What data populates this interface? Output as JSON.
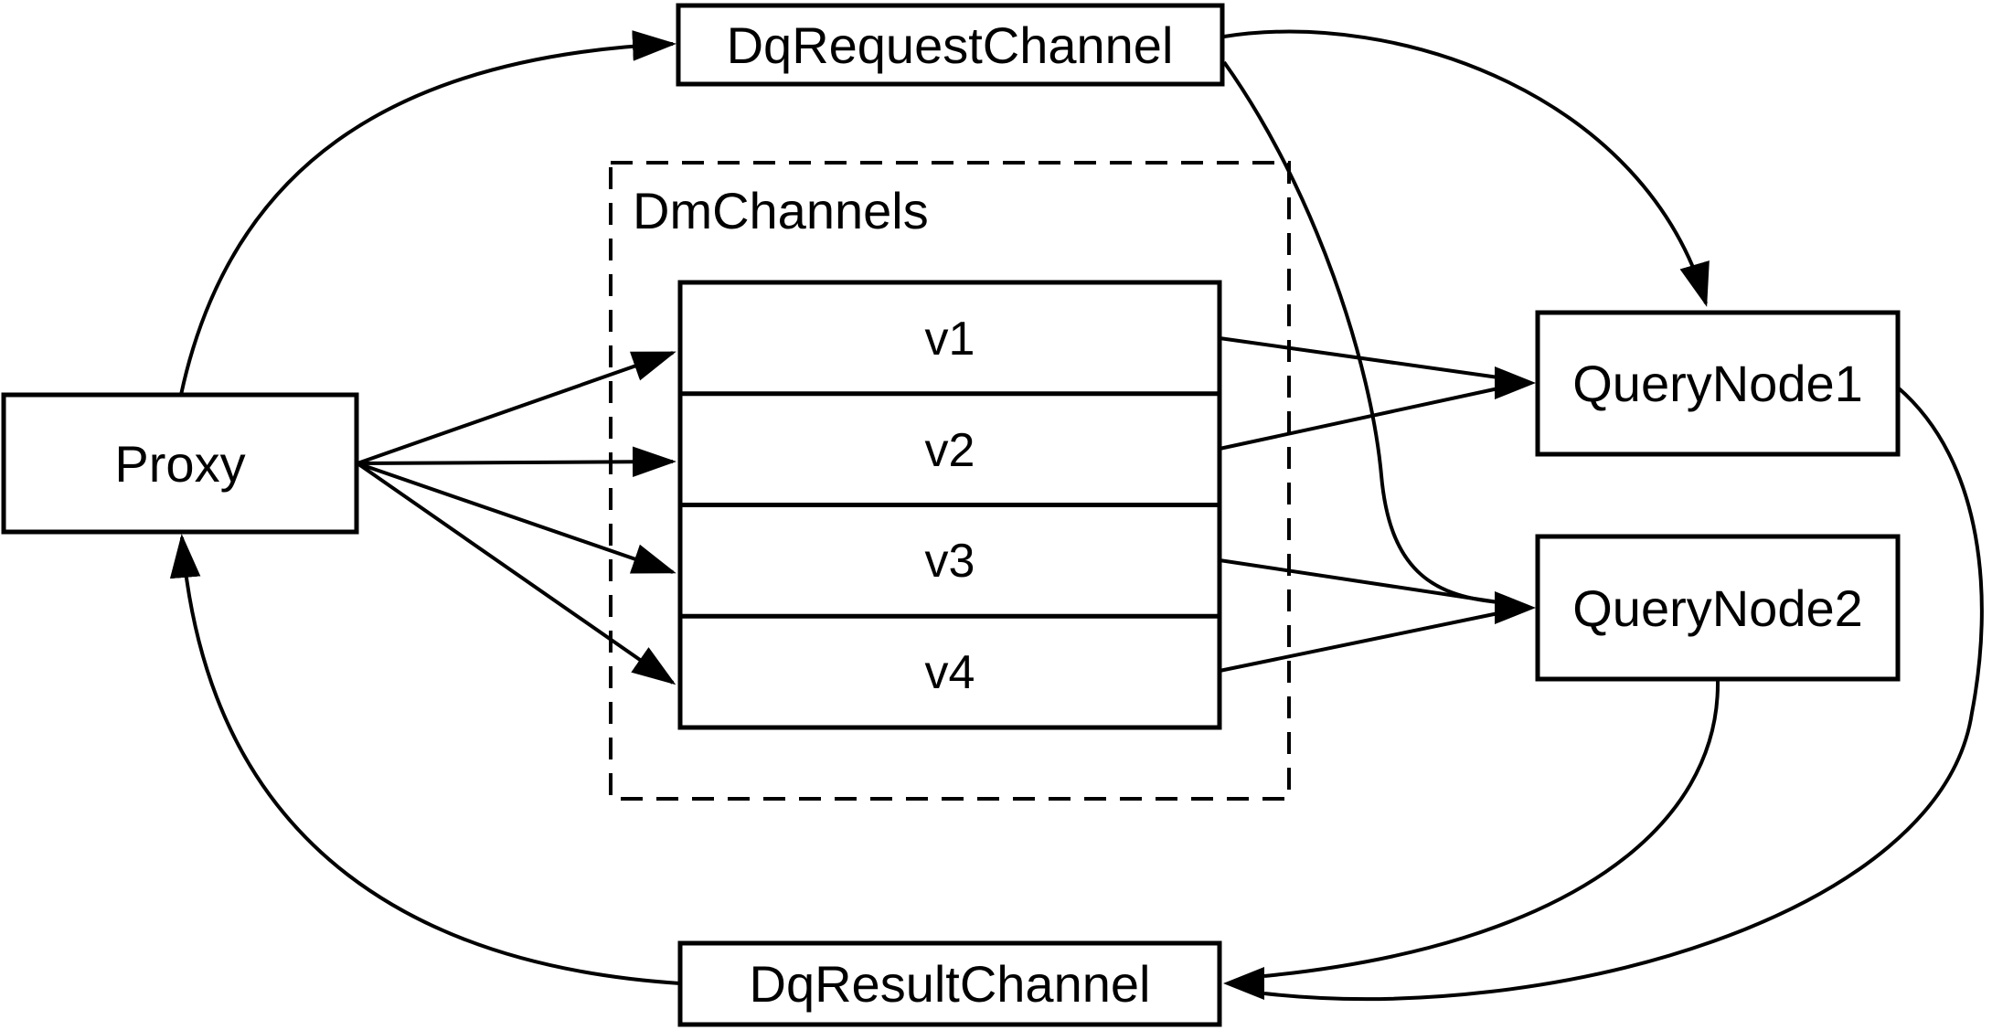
{
  "diagram": {
    "background_color": "#ffffff",
    "stroke_color": "#000000",
    "nodes": {
      "proxy": {
        "label": "Proxy"
      },
      "dq_request_channel": {
        "label": "DqRequestChannel"
      },
      "dq_result_channel": {
        "label": "DqResultChannel"
      },
      "dm_channels_group": {
        "label": "DmChannels"
      },
      "channels": [
        {
          "label": "v1"
        },
        {
          "label": "v2"
        },
        {
          "label": "v3"
        },
        {
          "label": "v4"
        }
      ],
      "query_node1": {
        "label": "QueryNode1"
      },
      "query_node2": {
        "label": "QueryNode2"
      }
    },
    "edges": [
      {
        "from": "Proxy",
        "to": "DqRequestChannel"
      },
      {
        "from": "DqRequestChannel",
        "to": "QueryNode1"
      },
      {
        "from": "DqRequestChannel",
        "to": "QueryNode2"
      },
      {
        "from": "Proxy",
        "to": "v1"
      },
      {
        "from": "Proxy",
        "to": "v2"
      },
      {
        "from": "Proxy",
        "to": "v3"
      },
      {
        "from": "Proxy",
        "to": "v4"
      },
      {
        "from": "v1",
        "to": "QueryNode1"
      },
      {
        "from": "v2",
        "to": "QueryNode1"
      },
      {
        "from": "v3",
        "to": "QueryNode2"
      },
      {
        "from": "v4",
        "to": "QueryNode2"
      },
      {
        "from": "QueryNode1",
        "to": "DqResultChannel"
      },
      {
        "from": "QueryNode2",
        "to": "DqResultChannel"
      },
      {
        "from": "DqResultChannel",
        "to": "Proxy"
      }
    ]
  }
}
